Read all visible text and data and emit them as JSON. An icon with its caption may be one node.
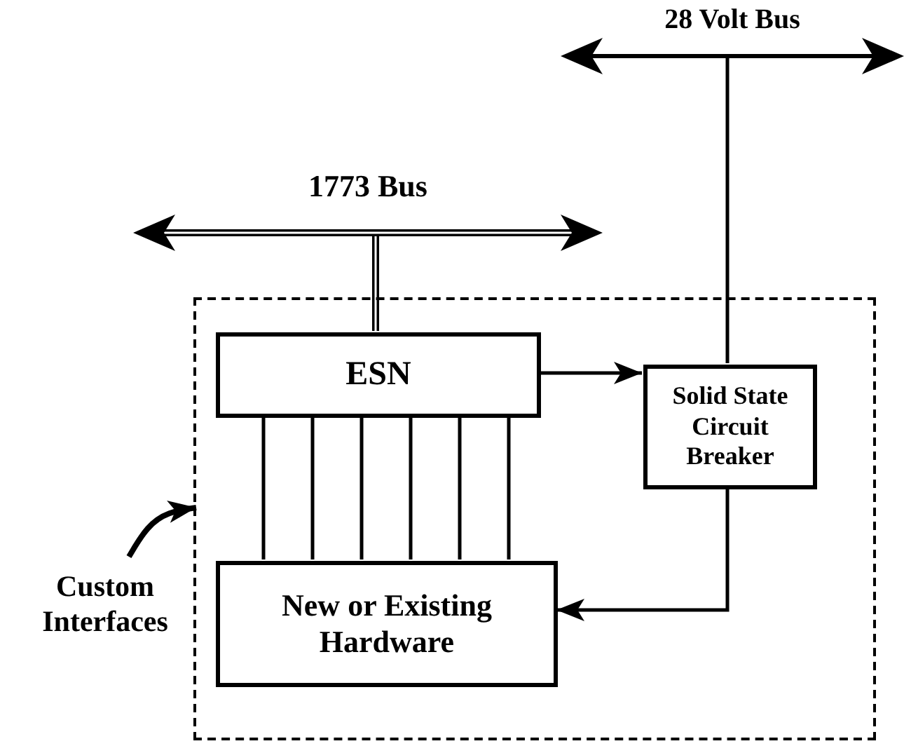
{
  "diagram": {
    "nodes": [
      {
        "text": [],
        "shape": "box"
      },
      {
        "text": [
          "ESN"
        ],
        "in": 0
      },
      {
        "text": [
          "Solid State Circuit Breaker"
        ],
        "in": 0
      },
      {
        "text": [
          "New or Existing Hardware"
        ],
        "in": 0
      },
      {
        "text": [
          "1773 Bus"
        ]
      },
      {
        "text": [
          "28 Volt Bus"
        ]
      },
      {
        "text": [
          "Custom Interfaces"
        ]
      }
    ],
    "edges": [
      {
        "from": 4,
        "to": 1,
        "arrow": "none",
        "style": "thick"
      },
      {
        "from": 5,
        "to": 2,
        "arrow": "none"
      },
      {
        "from": 1,
        "to": 2,
        "arrow": "to"
      },
      {
        "from": 2,
        "to": 3,
        "arrow": "to"
      },
      {
        "from": 1,
        "to": 3,
        "arrow": "none"
      },
      {
        "from": 1,
        "to": 3,
        "arrow": "none"
      },
      {
        "from": 1,
        "to": 3,
        "arrow": "none"
      },
      {
        "from": 1,
        "to": 3,
        "arrow": "none"
      },
      {
        "from": 1,
        "to": 3,
        "arrow": "none"
      },
      {
        "from": 1,
        "to": 3,
        "arrow": "none"
      },
      {
        "from": 6,
        "to": 0,
        "arrow": "to"
      }
    ]
  }
}
